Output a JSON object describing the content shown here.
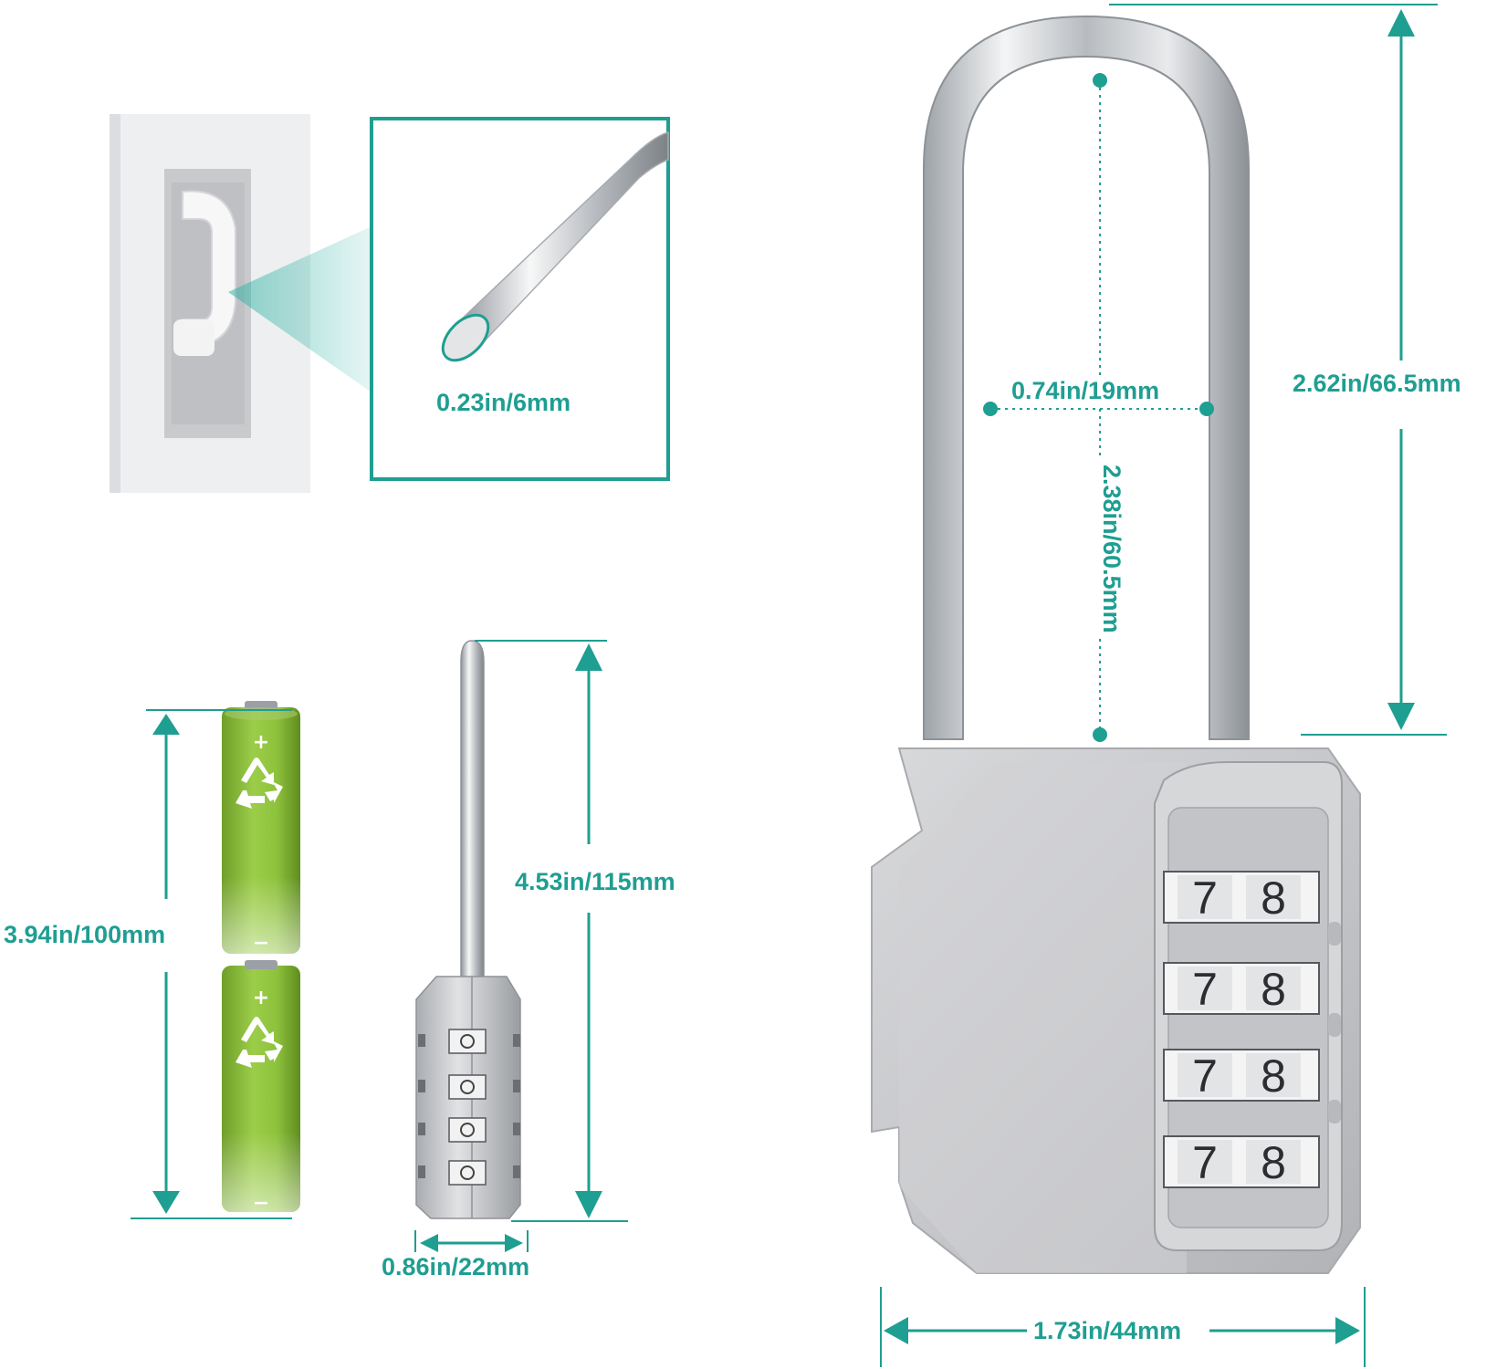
{
  "colors": {
    "accent": "#1f9e92",
    "battery_green": "#8cc63f",
    "lock_silver": "#c9cacc"
  },
  "dimensions": {
    "shackle_diameter": "0.23in/6mm",
    "shackle_inner_width": "0.74in/19mm",
    "shackle_clearance": "2.38in/60.5mm",
    "shackle_height": "2.62in/66.5mm",
    "lock_body_width": "1.73in/44mm",
    "small_lock_height": "4.53in/115mm",
    "small_lock_width": "0.86in/22mm",
    "battery_height": "3.94in/100mm"
  },
  "big_lock": {
    "dials": [
      {
        "digits": [
          "7",
          "8"
        ]
      },
      {
        "digits": [
          "7",
          "8"
        ]
      },
      {
        "digits": [
          "7",
          "8"
        ]
      },
      {
        "digits": [
          "7",
          "8"
        ]
      }
    ]
  },
  "battery": {
    "plus": "+",
    "minus": "−",
    "icon": "recycle-icon"
  }
}
